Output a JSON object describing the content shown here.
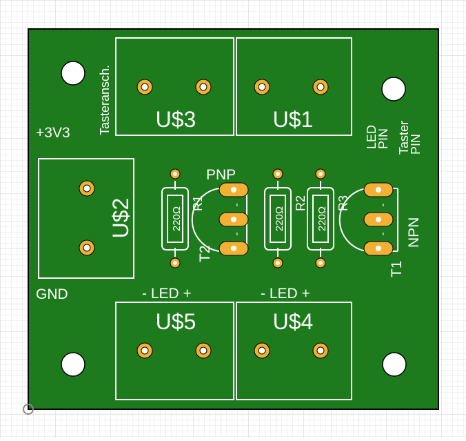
{
  "colors": {
    "board": "#1d7a1d",
    "board_edge": "#000000",
    "silk": "#ffffff",
    "pad": "#f2b035",
    "grid_minor": "#e2e2e2",
    "grid_major": "#c8c8c8",
    "background": "#ffffff"
  },
  "connectors": {
    "u3": "U$3",
    "u1": "U$1",
    "u2": "U$2",
    "u5": "U$5",
    "u4": "U$4"
  },
  "labels": {
    "plus_3v3": "+3V3",
    "gnd": "GND",
    "tasteransch": "Tasteransch.",
    "led_pin": "LED PIN",
    "taster_pin": "Taster PIN",
    "led_left": "- LED +",
    "led_right": "- LED +",
    "pnp": "PNP",
    "npn": "NPN"
  },
  "resistors": {
    "r1": {
      "name": "R1",
      "value": "220Ω"
    },
    "r2": {
      "name": "R2",
      "value": "220Ω"
    },
    "r3": {
      "name": "R3",
      "value": "220Ω"
    }
  },
  "transistors": {
    "t1": {
      "name": "T1",
      "marker": "-"
    },
    "t2": {
      "name": "T2",
      "marker": "-"
    }
  }
}
